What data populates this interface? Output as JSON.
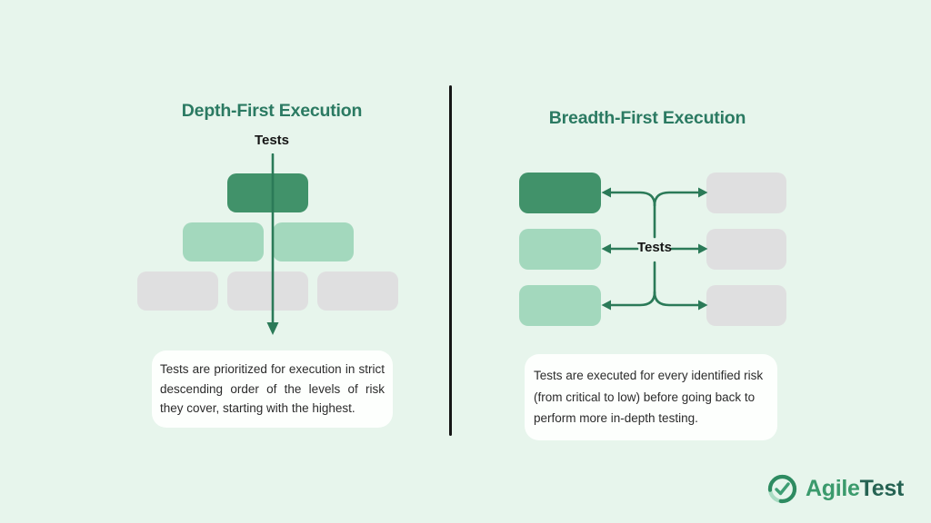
{
  "left_panel": {
    "title": "Depth-First Execution",
    "root_label": "Tests",
    "tree_rows": [
      {
        "boxes": [
          "green-dark"
        ]
      },
      {
        "boxes": [
          "green-light",
          "green-light"
        ]
      },
      {
        "boxes": [
          "gray",
          "gray",
          "gray"
        ]
      }
    ],
    "description": "Tests are prioritized for execution in strict descending order of the levels of risk they cover, starting with the highest."
  },
  "right_panel": {
    "title": "Breadth-First Execution",
    "center_label": "Tests",
    "left_column": [
      "green-dark",
      "green-light",
      "green-light"
    ],
    "right_column": [
      "gray",
      "gray",
      "gray"
    ],
    "description": "Tests are executed for every identified risk (from critical to low) before going back to perform more in-depth testing."
  },
  "logo": {
    "icon": "check-circle-icon",
    "text_primary": "Agile",
    "text_secondary": "Test"
  },
  "colors": {
    "background": "#e7f5ec",
    "green_dark": "#41926a",
    "green_light": "#a3d8bd",
    "box_gray": "#dfdfe0",
    "arrow": "#2b7a58",
    "title": "#2b7a62",
    "divider": "#161616",
    "desc_bg": "#fdfffd",
    "ring_light": "#a9dcc3",
    "ring_dark": "#2e8b61",
    "check": "#3f9e74",
    "logo_agile": "#3b9a6c",
    "logo_test": "#266353"
  }
}
